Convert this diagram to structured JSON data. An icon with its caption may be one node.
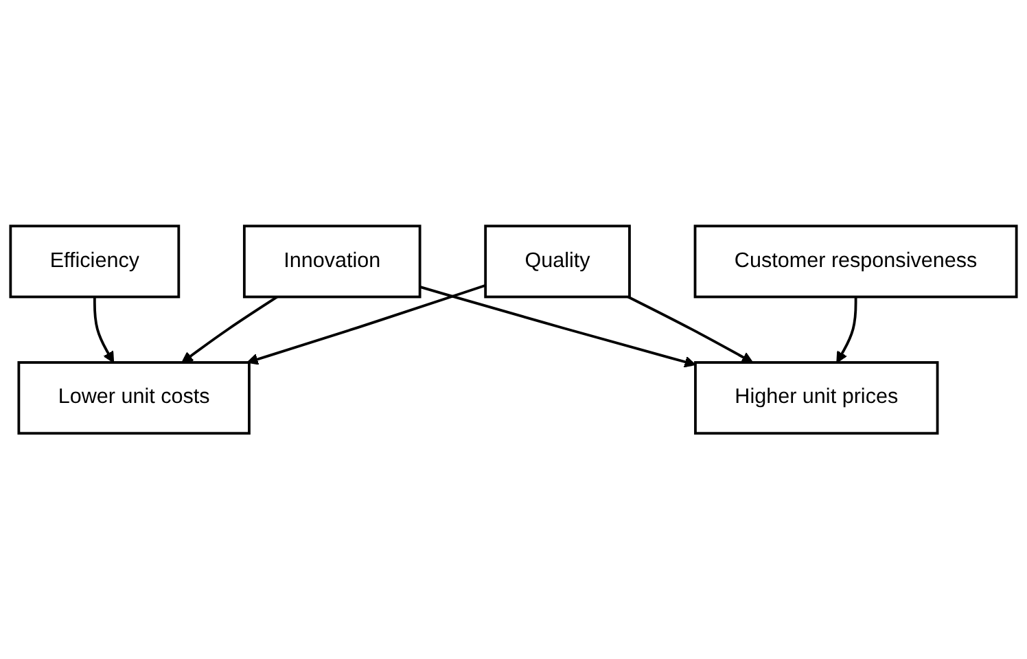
{
  "diagram": {
    "nodes": [
      {
        "text": [
          "Efficiency"
        ]
      },
      {
        "text": [
          "Lower unit costs"
        ]
      },
      {
        "text": [
          "Innovation"
        ]
      },
      {
        "text": [
          "Higher unit prices"
        ]
      },
      {
        "text": [
          "Quality"
        ]
      },
      {
        "text": [
          "Customer responsiveness"
        ]
      }
    ],
    "edges": [
      {
        "from": 0,
        "to": 1,
        "arrow": "to"
      },
      {
        "from": 2,
        "to": 1,
        "arrow": "to"
      },
      {
        "from": 2,
        "to": 3,
        "arrow": "to"
      },
      {
        "from": 4,
        "to": 1,
        "arrow": "to"
      },
      {
        "from": 4,
        "to": 3,
        "arrow": "to"
      },
      {
        "from": 5,
        "to": 3,
        "arrow": "to"
      }
    ]
  }
}
